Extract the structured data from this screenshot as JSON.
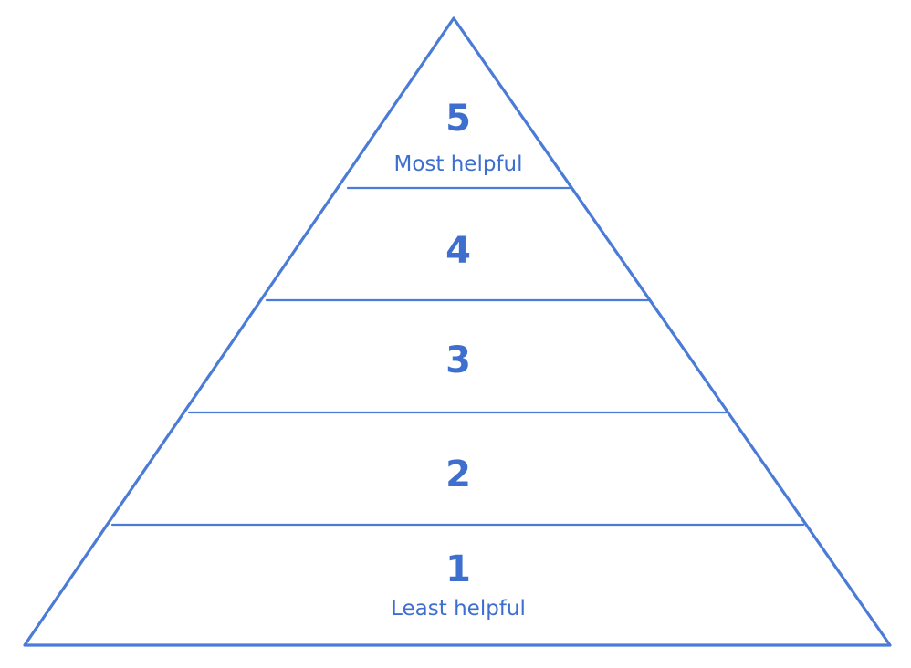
{
  "diagram": {
    "levels": [
      {
        "number": "5",
        "caption": "Most helpful"
      },
      {
        "number": "4",
        "caption": ""
      },
      {
        "number": "3",
        "caption": ""
      },
      {
        "number": "2",
        "caption": ""
      },
      {
        "number": "1",
        "caption": "Least helpful"
      }
    ],
    "colors": {
      "ink": "#3f6fce",
      "line": "#4a7bd6",
      "background": "#ffffff"
    }
  }
}
